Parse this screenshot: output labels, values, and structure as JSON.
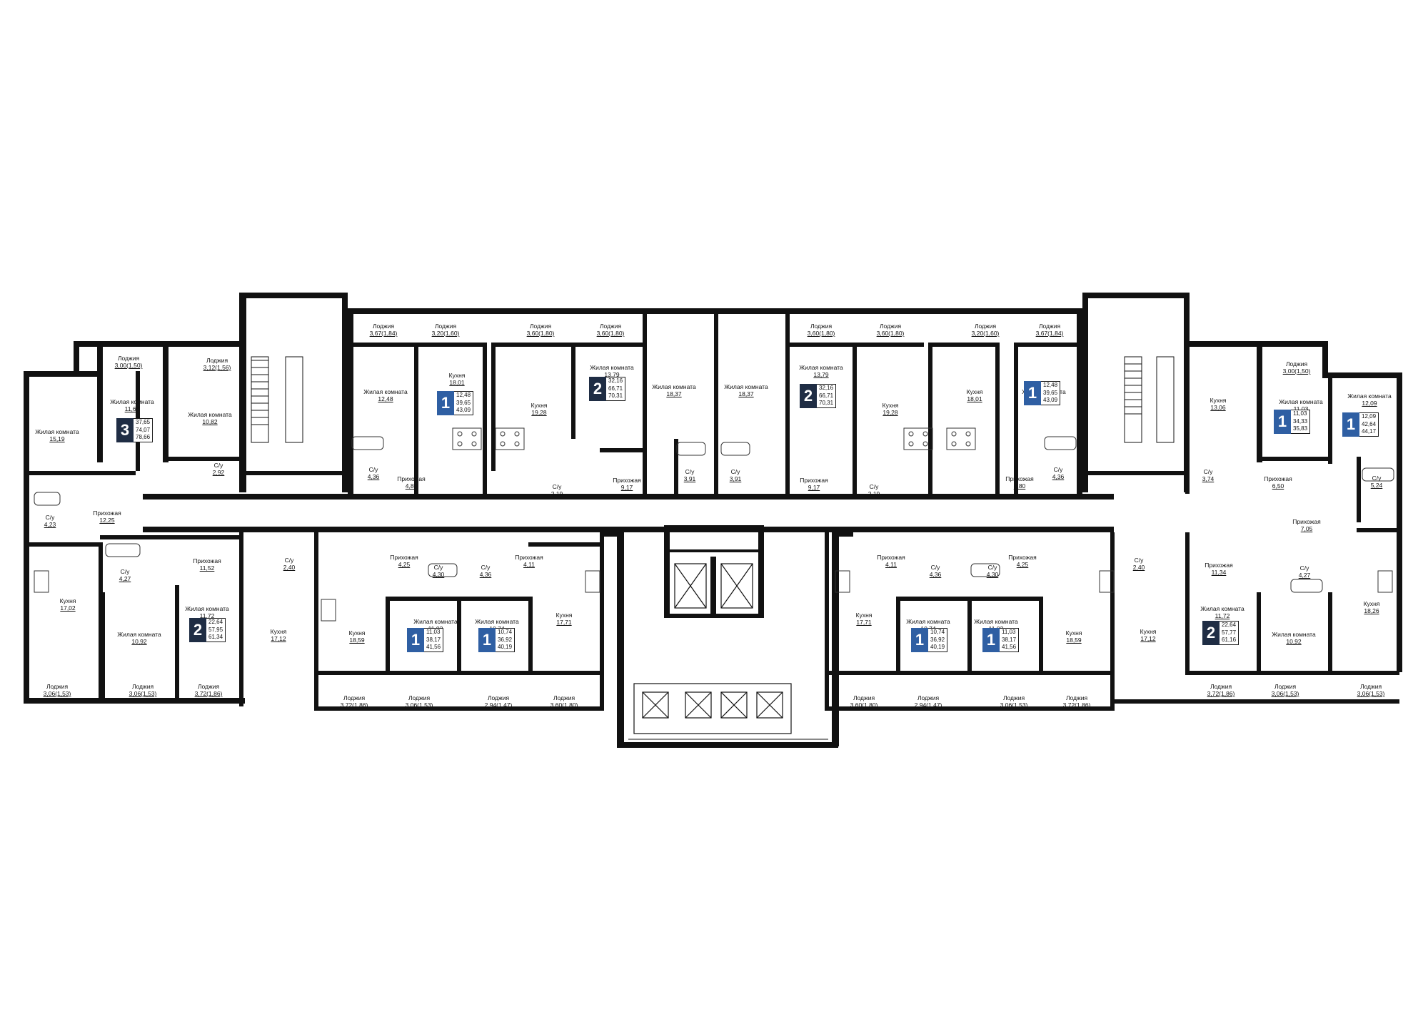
{
  "colors": {
    "wall": "#111111",
    "badge_one_room": "#2f5fa3",
    "badge_multi_room": "#1f2d44",
    "fixture_stroke": "#333333"
  },
  "icons": [
    "bathtub-icon",
    "toilet-icon",
    "stove-icon",
    "sink-icon",
    "elevator-icon",
    "staircase-icon"
  ],
  "rooms": [
    {
      "name": "Жилая комната",
      "area": "15,19"
    },
    {
      "name": "Лоджия",
      "area": "3,00(1,50)"
    },
    {
      "name": "Лоджия",
      "area": "3,12(1,56)"
    },
    {
      "name": "Жилая комната",
      "area": "11,64"
    },
    {
      "name": "Жилая комната",
      "area": "10,82"
    },
    {
      "name": "С/у",
      "area": "2,92"
    },
    {
      "name": "Прихожая",
      "area": "12,25"
    },
    {
      "name": "С/у",
      "area": "4,23"
    },
    {
      "name": "Кухня",
      "area": "17,02"
    },
    {
      "name": "С/у",
      "area": "4,27"
    },
    {
      "name": "Прихожая",
      "area": "11,52"
    },
    {
      "name": "Жилая комната",
      "area": "10,92"
    },
    {
      "name": "Жилая комната",
      "area": "11,72"
    },
    {
      "name": "Лоджия",
      "area": "3,06(1,53)"
    },
    {
      "name": "Лоджия",
      "area": "3,06(1,53)"
    },
    {
      "name": "Лоджия",
      "area": "3,72(1,86)"
    },
    {
      "name": "С/у",
      "area": "2,40"
    },
    {
      "name": "Кухня",
      "area": "17,12"
    },
    {
      "name": "Лоджия",
      "area": "3,67(1,84)"
    },
    {
      "name": "Лоджия",
      "area": "3,20(1,60)"
    },
    {
      "name": "Лоджия",
      "area": "3,60(1,80)"
    },
    {
      "name": "Лоджия",
      "area": "3,60(1,80)"
    },
    {
      "name": "Жилая комната",
      "area": "12,48"
    },
    {
      "name": "Кухня",
      "area": "18,01"
    },
    {
      "name": "Кухня",
      "area": "19,28"
    },
    {
      "name": "Жилая комната",
      "area": "13,79"
    },
    {
      "name": "Жилая комната",
      "area": "18,37"
    },
    {
      "name": "Жилая комната",
      "area": "18,37"
    },
    {
      "name": "С/у",
      "area": "4,36"
    },
    {
      "name": "Прихожая",
      "area": "4,80"
    },
    {
      "name": "С/у",
      "area": "2,19"
    },
    {
      "name": "Прихожая",
      "area": "9,17"
    },
    {
      "name": "С/у",
      "area": "3,91"
    },
    {
      "name": "С/у",
      "area": "3,91"
    },
    {
      "name": "Прихожая",
      "area": "4,25"
    },
    {
      "name": "С/у",
      "area": "4,30"
    },
    {
      "name": "С/у",
      "area": "4,36"
    },
    {
      "name": "Прихожая",
      "area": "4,11"
    },
    {
      "name": "Кухня",
      "area": "18,59"
    },
    {
      "name": "Жилая комната",
      "area": "11,03"
    },
    {
      "name": "Жилая комната",
      "area": "10,74"
    },
    {
      "name": "Кухня",
      "area": "17,71"
    },
    {
      "name": "Лоджия",
      "area": "3,72(1,86)"
    },
    {
      "name": "Лоджия",
      "area": "3,06(1,53)"
    },
    {
      "name": "Лоджия",
      "area": "2,94(1,47)"
    },
    {
      "name": "Лоджия",
      "area": "3,60(1,80)"
    },
    {
      "name": "Лоджия",
      "area": "3,60(1,80)"
    },
    {
      "name": "Лоджия",
      "area": "3,60(1,80)"
    },
    {
      "name": "Лоджия",
      "area": "3,20(1,60)"
    },
    {
      "name": "Лоджия",
      "area": "3,67(1,84)"
    },
    {
      "name": "Жилая комната",
      "area": "13,79"
    },
    {
      "name": "Кухня",
      "area": "19,28"
    },
    {
      "name": "Кухня",
      "area": "18,01"
    },
    {
      "name": "Жилая комната",
      "area": "12,48"
    },
    {
      "name": "Прихожая",
      "area": "9,17"
    },
    {
      "name": "С/у",
      "area": "2,19"
    },
    {
      "name": "Прихожая",
      "area": "4,80"
    },
    {
      "name": "С/у",
      "area": "4,36"
    },
    {
      "name": "Прихожая",
      "area": "4,11"
    },
    {
      "name": "С/у",
      "area": "4,36"
    },
    {
      "name": "С/у",
      "area": "4,30"
    },
    {
      "name": "Прихожая",
      "area": "4,25"
    },
    {
      "name": "Кухня",
      "area": "17,71"
    },
    {
      "name": "Жилая комната",
      "area": "10,74"
    },
    {
      "name": "Жилая комната",
      "area": "11,03"
    },
    {
      "name": "Кухня",
      "area": "18,59"
    },
    {
      "name": "Лоджия",
      "area": "3,60(1,80)"
    },
    {
      "name": "Лоджия",
      "area": "2,94(1,47)"
    },
    {
      "name": "Лоджия",
      "area": "3,06(1,53)"
    },
    {
      "name": "Лоджия",
      "area": "3,72(1,86)"
    },
    {
      "name": "С/у",
      "area": "2,40"
    },
    {
      "name": "Кухня",
      "area": "17,12"
    },
    {
      "name": "Кухня",
      "area": "13,06"
    },
    {
      "name": "Лоджия",
      "area": "3,00(1,50)"
    },
    {
      "name": "Жилая комната",
      "area": "11,03"
    },
    {
      "name": "Жилая комната",
      "area": "12,09"
    },
    {
      "name": "С/у",
      "area": "3,74"
    },
    {
      "name": "Прихожая",
      "area": "6,50"
    },
    {
      "name": "С/у",
      "area": "5,24"
    },
    {
      "name": "Прихожая",
      "area": "7,05"
    },
    {
      "name": "Прихожая",
      "area": "11,34"
    },
    {
      "name": "С/у",
      "area": "4,27"
    },
    {
      "name": "Кухня",
      "area": "18,26"
    },
    {
      "name": "Жилая комната",
      "area": "11,72"
    },
    {
      "name": "Жилая комната",
      "area": "10,92"
    },
    {
      "name": "Лоджия",
      "area": "3,72(1,86)"
    },
    {
      "name": "Лоджия",
      "area": "3,06(1,53)"
    },
    {
      "name": "Лоджия",
      "area": "3,06(1,53)"
    }
  ],
  "apartments": [
    {
      "rooms": "3",
      "values": [
        "37,65",
        "74,07",
        "78,66"
      ]
    },
    {
      "rooms": "2",
      "values": [
        "22,64",
        "57,95",
        "61,34"
      ]
    },
    {
      "rooms": "1",
      "values": [
        "12,48",
        "39,65",
        "43,09"
      ]
    },
    {
      "rooms": "2",
      "values": [
        "32,16",
        "66,71",
        "70,31"
      ]
    },
    {
      "rooms": "2",
      "values": [
        "32,16",
        "66,71",
        "70,31"
      ]
    },
    {
      "rooms": "1",
      "values": [
        "12,48",
        "39,65",
        "43,09"
      ]
    },
    {
      "rooms": "1",
      "values": [
        "11,03",
        "38,17",
        "41,56"
      ]
    },
    {
      "rooms": "1",
      "values": [
        "10,74",
        "36,92",
        "40,19"
      ]
    },
    {
      "rooms": "1",
      "values": [
        "10,74",
        "36,92",
        "40,19"
      ]
    },
    {
      "rooms": "1",
      "values": [
        "11,03",
        "38,17",
        "41,56"
      ]
    },
    {
      "rooms": "1",
      "values": [
        "11,03",
        "34,33",
        "35,83"
      ]
    },
    {
      "rooms": "1",
      "values": [
        "12,09",
        "42,64",
        "44,17"
      ]
    },
    {
      "rooms": "2",
      "values": [
        "22,64",
        "57,77",
        "61,16"
      ]
    }
  ]
}
